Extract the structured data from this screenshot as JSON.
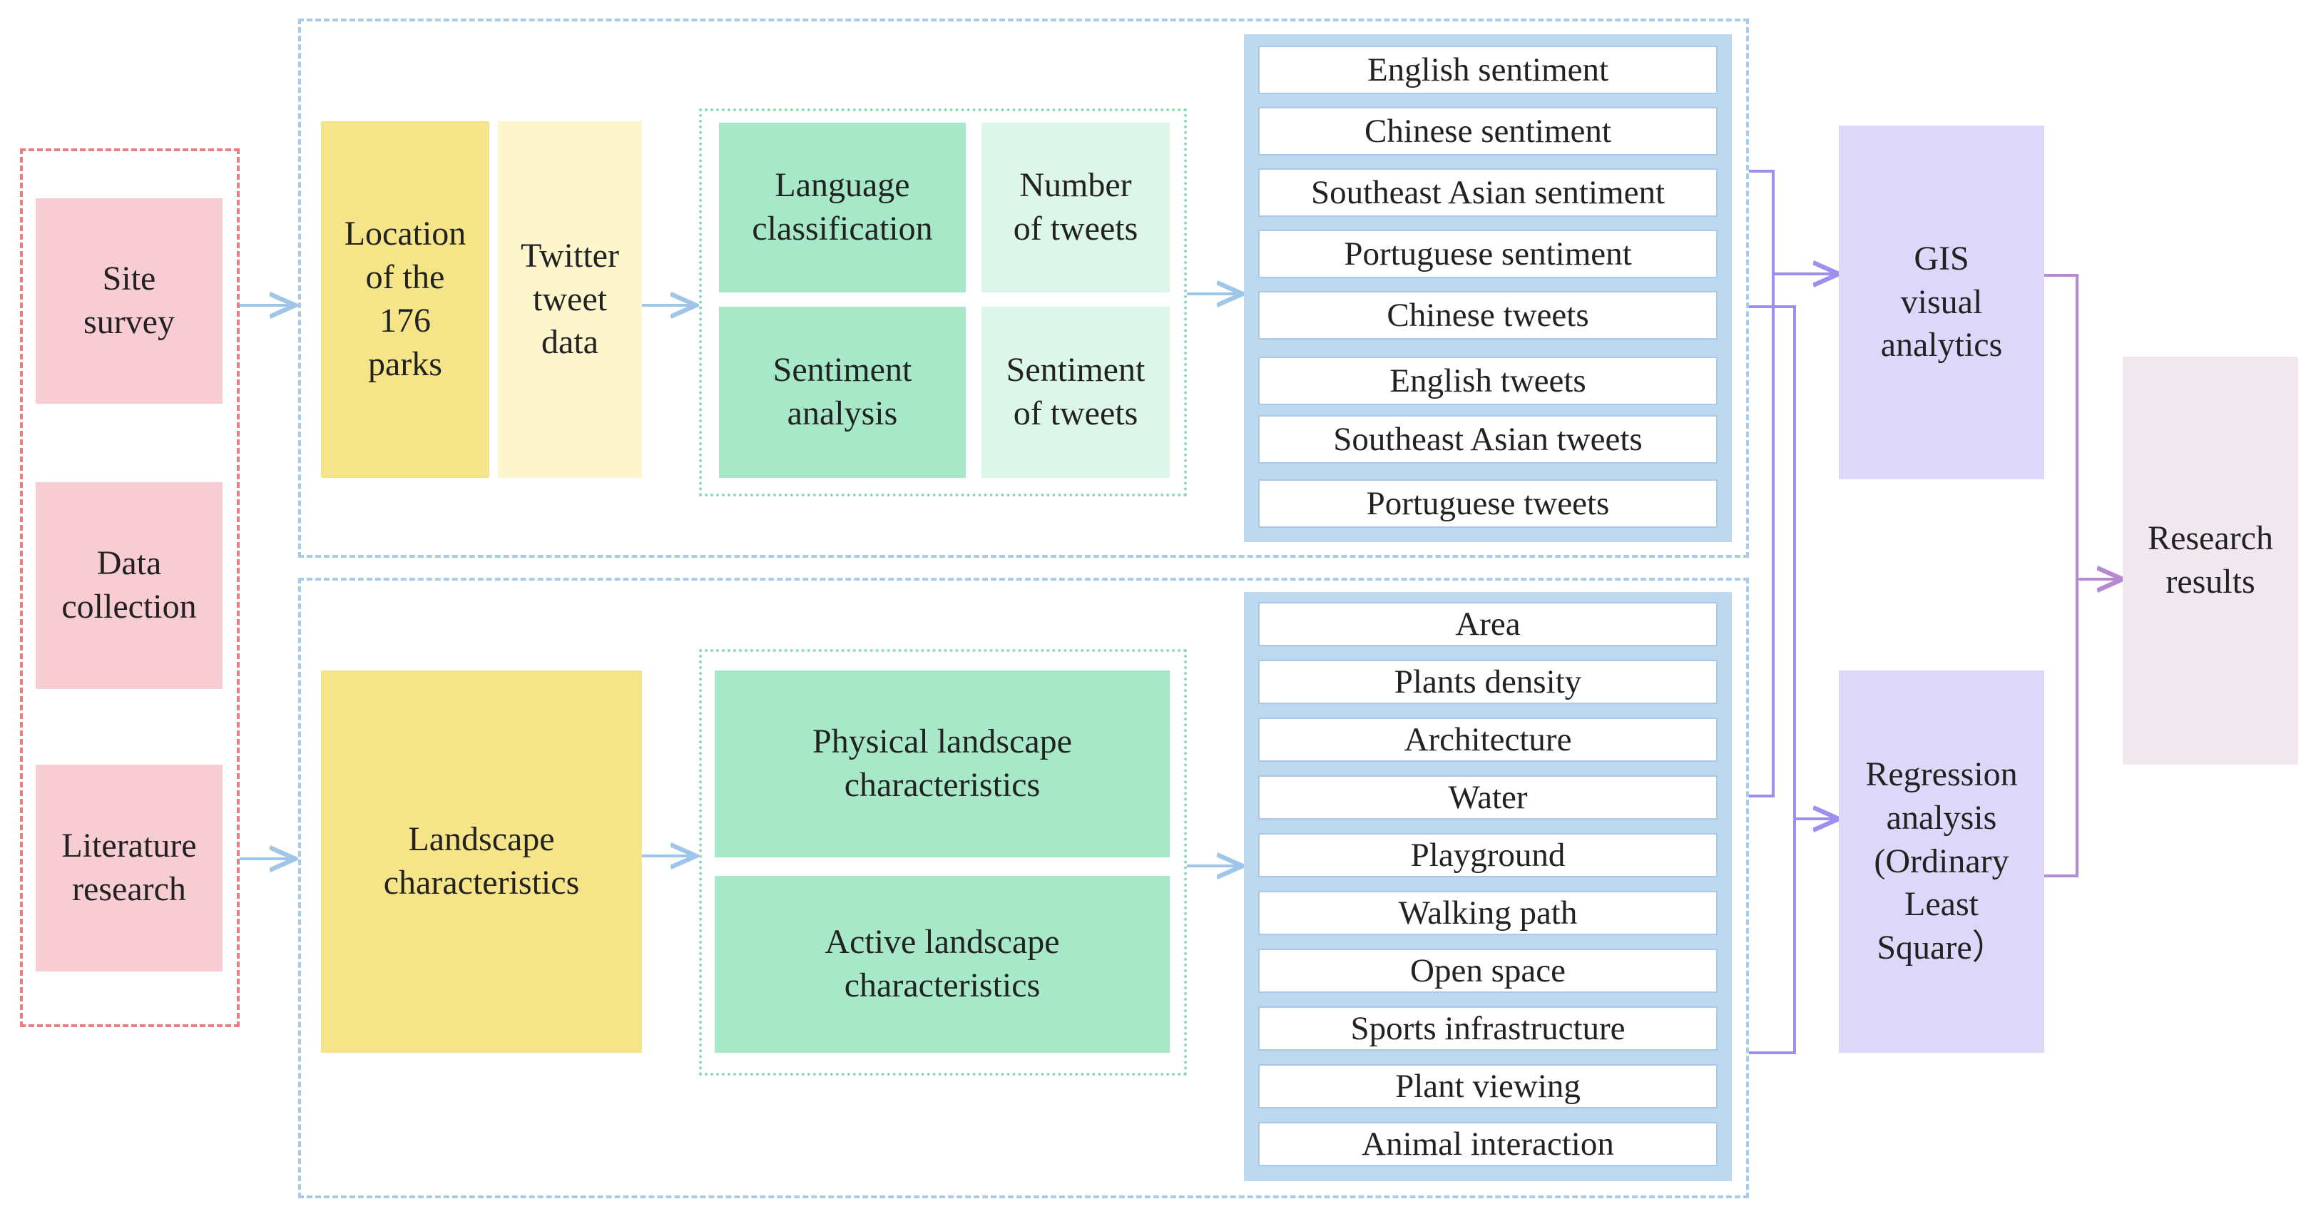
{
  "sources": {
    "site_survey": "Site\nsurvey",
    "data_collection": "Data\ncollection",
    "literature_research": "Literature\nresearch"
  },
  "inputs": {
    "location": "Location\nof the\n176\nparks",
    "twitter": "Twitter\ntweet\ndata",
    "landscape": "Landscape\ncharacteristics"
  },
  "processing": {
    "language_classification": "Language\nclassification",
    "number_of_tweets": "Number\nof tweets",
    "sentiment_analysis": "Sentiment\nanalysis",
    "sentiment_of_tweets": "Sentiment\nof tweets",
    "physical_landscape": "Physical landscape\ncharacteristics",
    "active_landscape": "Active landscape\ncharacteristics"
  },
  "tweet_variables": [
    "English sentiment",
    "Chinese sentiment",
    "Southeast Asian sentiment",
    "Portuguese sentiment",
    "Chinese tweets",
    "English tweets",
    "Southeast Asian tweets",
    "Portuguese tweets"
  ],
  "landscape_variables": [
    "Area",
    "Plants density",
    "Architecture",
    "Water",
    "Playground",
    "Walking path",
    "Open space",
    "Sports  infrastructure",
    "Plant viewing",
    "Animal interaction"
  ],
  "analysis": {
    "gis": "GIS\nvisual\nanalytics",
    "regression": "Regression\nanalysis\n(Ordinary\nLeast\nSquare）"
  },
  "output": {
    "research_results": "Research\nresults"
  },
  "colors": {
    "red_dash": "#ea7c86",
    "blue_dash": "#a7cbe8",
    "green_dot": "#8fd9b5",
    "pink": "#f7ccd3",
    "yellow": "#f6e488",
    "light_yellow": "#fdf5cc",
    "green": "#a6e8c8",
    "light_green": "#ddf6ea",
    "list_panel": "#bcd8ef",
    "purple": "#ddd8f9",
    "lavender": "#f0e8ee",
    "arrow_blue": "#9fc6e8",
    "arrow_purple": "#9d8ff0",
    "arrow_mauve": "#b58ad0"
  }
}
